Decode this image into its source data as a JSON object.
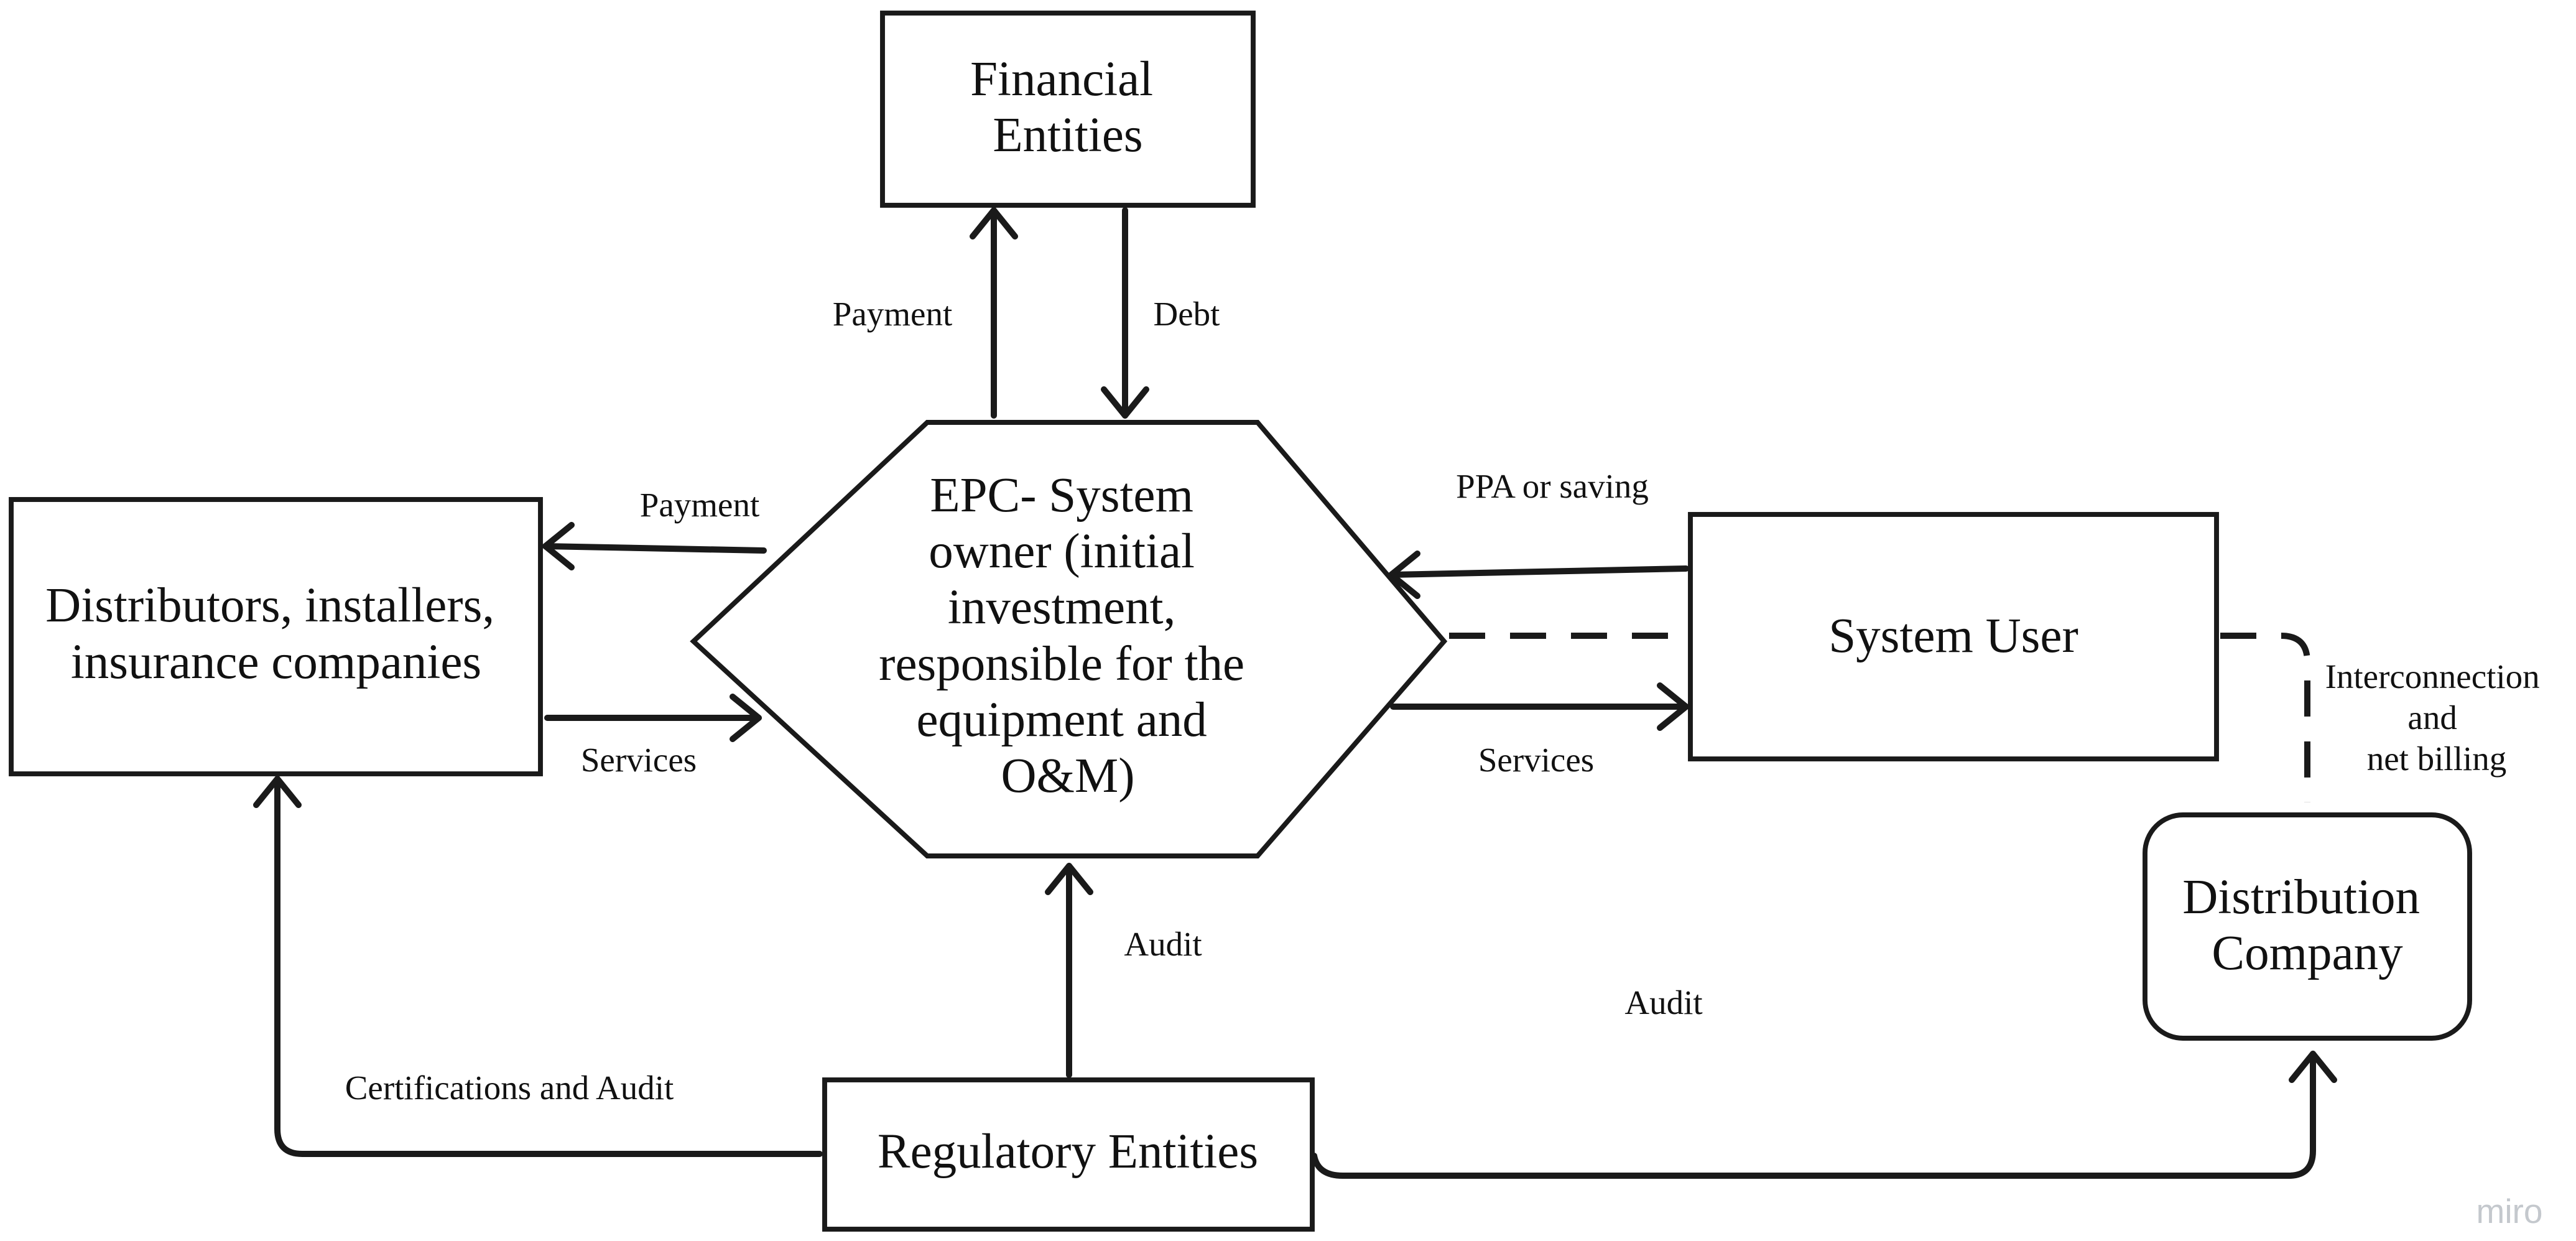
{
  "nodes": {
    "financial": {
      "lines": [
        "Financial",
        "Entities"
      ]
    },
    "epc": {
      "lines": [
        "EPC- System",
        "owner (initial",
        "investment,",
        "responsible for the",
        "equipment and",
        "O&M)"
      ]
    },
    "distributors": {
      "lines": [
        "Distributors, installers,",
        "insurance companies"
      ]
    },
    "system_user": {
      "lines": [
        "System User"
      ]
    },
    "distribution_company": {
      "lines": [
        "Distribution",
        "Company"
      ]
    },
    "regulatory": {
      "lines": [
        "Regulatory Entities"
      ]
    }
  },
  "edges": {
    "epc_to_financial": {
      "label": "Payment"
    },
    "financial_to_epc": {
      "label": "Debt"
    },
    "epc_to_distributors": {
      "label": "Payment"
    },
    "distributors_to_epc": {
      "label": "Services"
    },
    "user_to_epc": {
      "label": "PPA or saving"
    },
    "epc_to_user": {
      "label": "Services"
    },
    "user_distribution_link": {
      "label": [
        "Interconnection",
        "and",
        "net billing"
      ]
    },
    "regulatory_to_epc": {
      "label": "Audit"
    },
    "regulatory_to_distributors": {
      "label": "Certifications and Audit"
    },
    "regulatory_to_distribution_company": {
      "label": "Audit"
    }
  },
  "watermark": "miro"
}
